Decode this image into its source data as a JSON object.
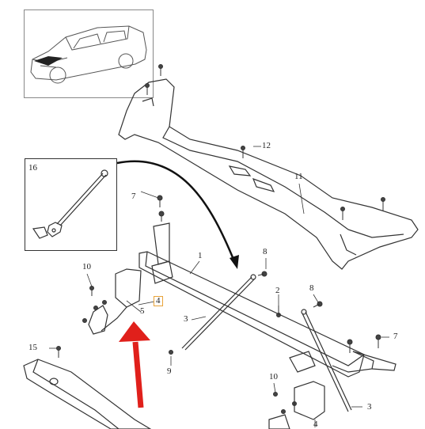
{
  "labels": {
    "l1": "1",
    "l2": "2",
    "l3a": "3",
    "l3b": "3",
    "l4a": "4",
    "l4b": "4",
    "l5": "5",
    "l7a": "7",
    "l7b": "7",
    "l8a": "8",
    "l8b": "8",
    "l9": "9",
    "l10a": "10",
    "l10b": "10",
    "l11": "11",
    "l12": "12",
    "l15": "15",
    "l16": "16"
  },
  "highlighted_part": "4",
  "colors": {
    "line": "#333333",
    "arrow": "#e0201b",
    "highlight_border": "#e8a33a"
  },
  "icons": {
    "pointer": "red-arrow-up",
    "callout": "curved-arrow"
  }
}
